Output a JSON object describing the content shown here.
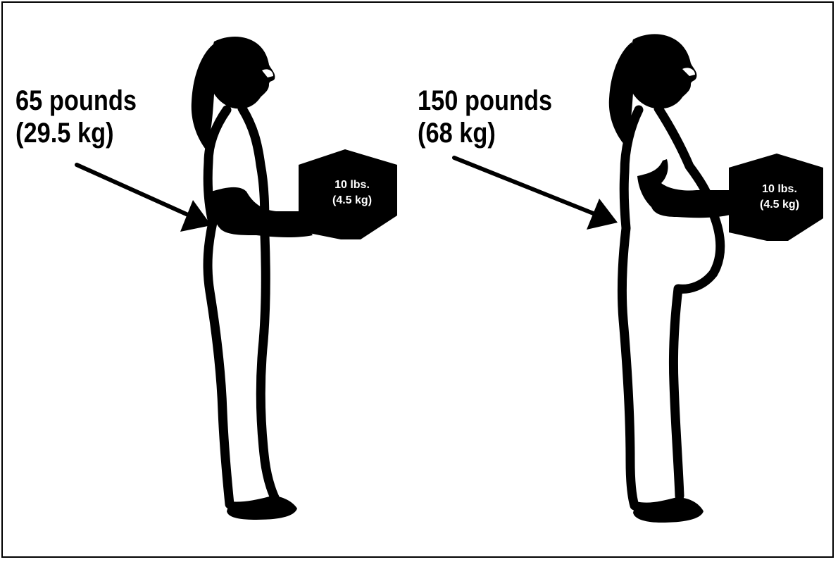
{
  "figures": [
    {
      "id": "standard-weight",
      "body_weight_lbs": "65 pounds",
      "body_weight_kg": "(29.5 kg)",
      "load_lbs": "10 lbs.",
      "load_kg": "(4.5 kg)"
    },
    {
      "id": "heavy-weight",
      "body_weight_lbs": "150 pounds",
      "body_weight_kg": "(68 kg)",
      "load_lbs": "10 lbs.",
      "load_kg": "(4.5 kg)"
    }
  ],
  "colors": {
    "ink": "#000000",
    "paper": "#ffffff"
  }
}
